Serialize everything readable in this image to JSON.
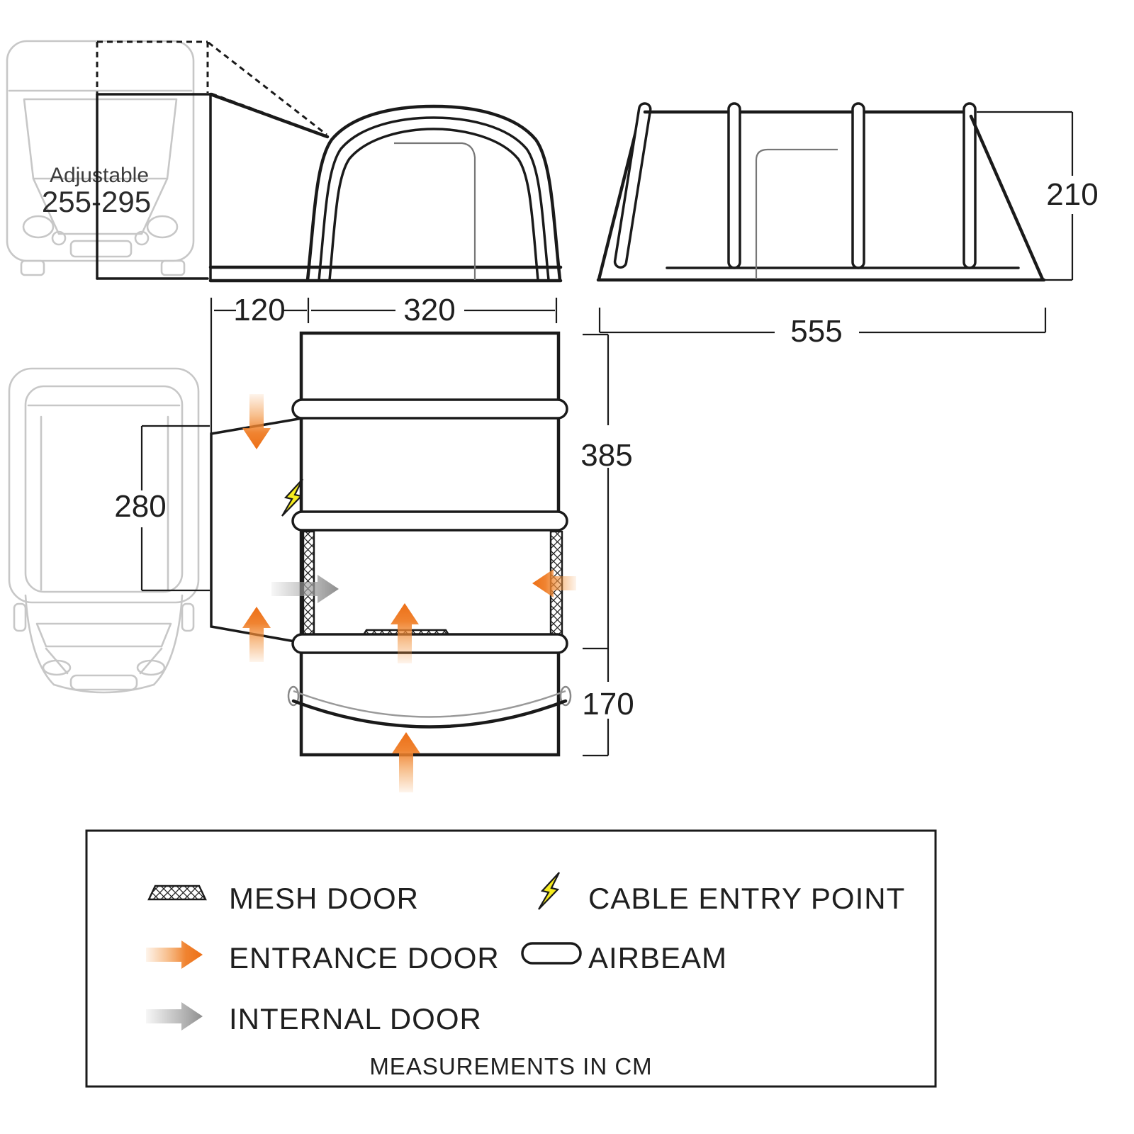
{
  "van": {
    "adjustable_label": "Adjustable",
    "adjustable_range": "255-295"
  },
  "dimensions": {
    "awning_offset": "120",
    "awning_width": "320",
    "side_length": "555",
    "height": "210",
    "main_depth": "385",
    "porch_depth": "170",
    "connection_width": "280"
  },
  "legend": {
    "mesh_door": "MESH DOOR",
    "cable_entry_point": "CABLE ENTRY POINT",
    "entrance_door": "ENTRANCE DOOR",
    "airbeam": "AIRBEAM",
    "internal_door": "INTERNAL DOOR",
    "footer": "MEASUREMENTS IN CM"
  },
  "colors": {
    "line": "#1a1a1a",
    "van_outline": "#c7c7c7",
    "entrance_arrow_orange": "#ee7623",
    "internal_arrow_grey": "#9a9a9a",
    "cable_yellow": "#f6ec1e"
  }
}
